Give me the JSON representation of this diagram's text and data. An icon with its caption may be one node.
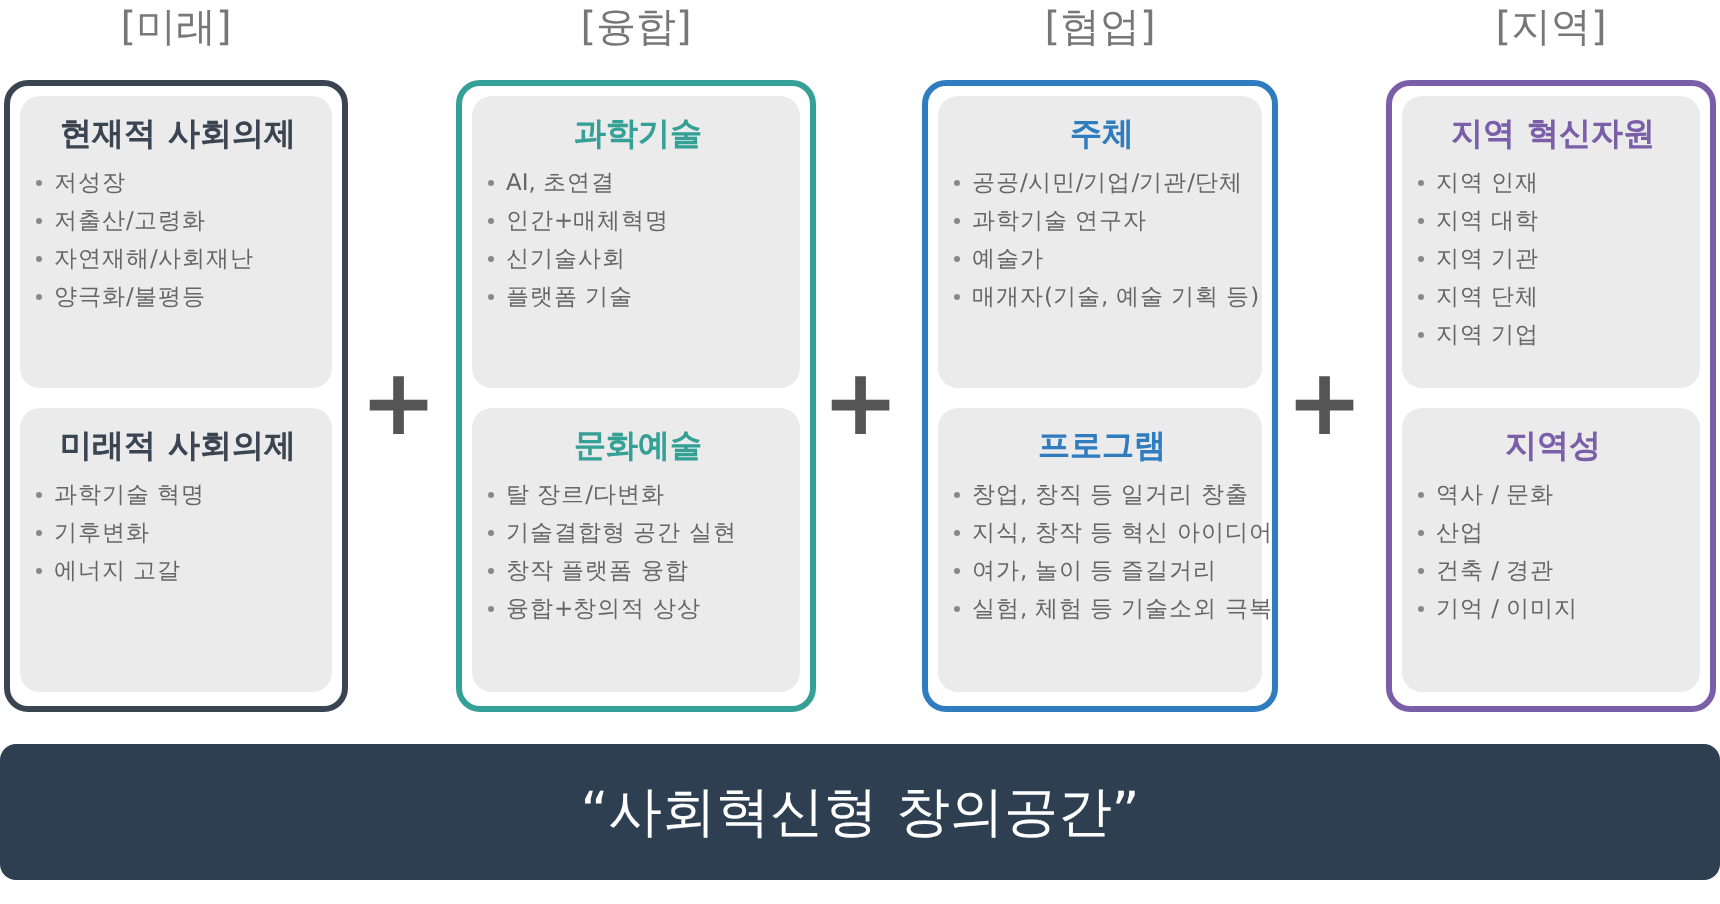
{
  "diagram": {
    "nodes": [
      {
        "text": [
          "[미래]"
        ]
      },
      {
        "text": [
          "현재적 사회의제",
          "저성장",
          "저출산/고령화",
          "자연재해/사회재난",
          "양극화/불평등"
        ],
        "in": 0
      },
      {
        "text": [
          "미래적 사회의제",
          "과학기술 혁명",
          "기후변화",
          "에너지 고갈"
        ],
        "in": 0
      },
      {
        "text": [
          "[융합]"
        ]
      },
      {
        "text": [
          "과학기술",
          "AI, 초연결",
          "인간+매체혁명",
          "신기술사회",
          "플랫폼 기술"
        ],
        "in": 3
      },
      {
        "text": [
          "문화예술",
          "탈 장르/다변화",
          "기술결합형 공간 실현",
          "창작 플랫폼 융합",
          "융합+창의적 상상"
        ],
        "in": 3
      },
      {
        "text": [
          "[협업]"
        ]
      },
      {
        "text": [
          "주체",
          "공공/시민/기업/기관/단체",
          "과학기술 연구자",
          "예술가",
          "매개자(기술, 예술 기획 등)"
        ],
        "in": 6
      },
      {
        "text": [
          "프로그램",
          "창업, 창직 등 일거리 창출",
          "지식, 창작 등 혁신 아이디어",
          "여가, 놀이 등 즐길거리",
          "실험, 체험 등 기술소외 극복"
        ],
        "in": 6
      },
      {
        "text": [
          "[지역]"
        ]
      },
      {
        "text": [
          "지역 혁신자원",
          "지역 인재",
          "지역 대학",
          "지역 기관",
          "지역 단체",
          "지역 기업"
        ],
        "in": 9
      },
      {
        "text": [
          "지역성",
          "역사 / 문화",
          "산업",
          "건축 / 경관",
          "기억 / 이미지"
        ],
        "in": 9
      },
      {
        "text": [
          "“사회혁신형 창의공간”"
        ]
      }
    ],
    "labels": [
      "+",
      "+",
      "+"
    ]
  }
}
